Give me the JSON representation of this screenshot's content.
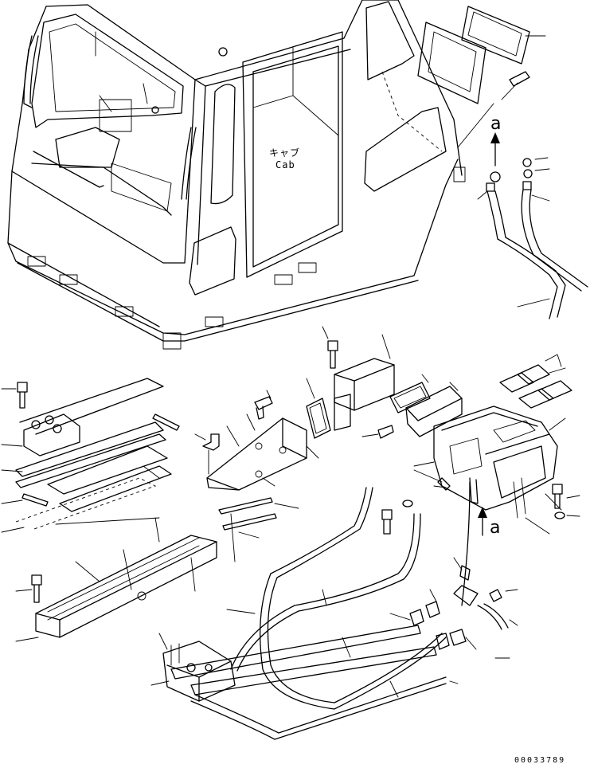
{
  "labels": {
    "cab_japanese": "キャブ",
    "cab_english": "Cab",
    "view_marker_top": "a",
    "view_marker_bottom": "a",
    "drawing_number": "00033789"
  }
}
